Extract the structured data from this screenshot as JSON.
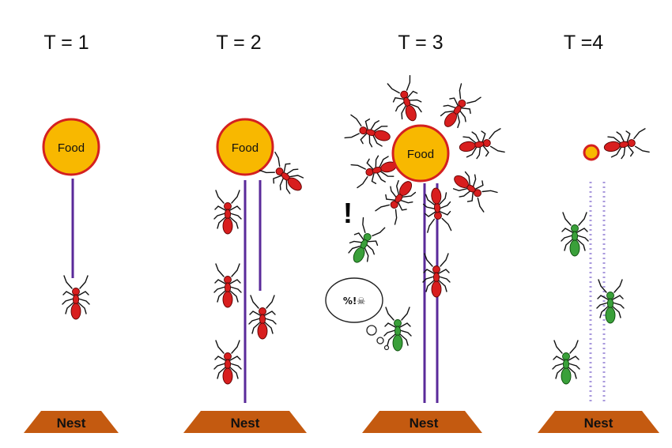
{
  "panels": [
    {
      "time_label": "T = 1",
      "food_label": "Food",
      "nest_label": "Nest"
    },
    {
      "time_label": "T = 2",
      "food_label": "Food",
      "nest_label": "Nest"
    },
    {
      "time_label": "T = 3",
      "food_label": "Food",
      "nest_label": "Nest"
    },
    {
      "time_label": "T =4",
      "nest_label": "Nest"
    }
  ],
  "annotations": {
    "exclamation": "!",
    "thought_text": "%!☠"
  },
  "colors": {
    "food_fill": "#f8b800",
    "food_stroke": "#d42020",
    "trail": "#5a2a9a",
    "faded_trail": "#a898dc",
    "nest": "#c45a10",
    "red_ant": "#d81e1e",
    "green_ant": "#3aa03a"
  }
}
